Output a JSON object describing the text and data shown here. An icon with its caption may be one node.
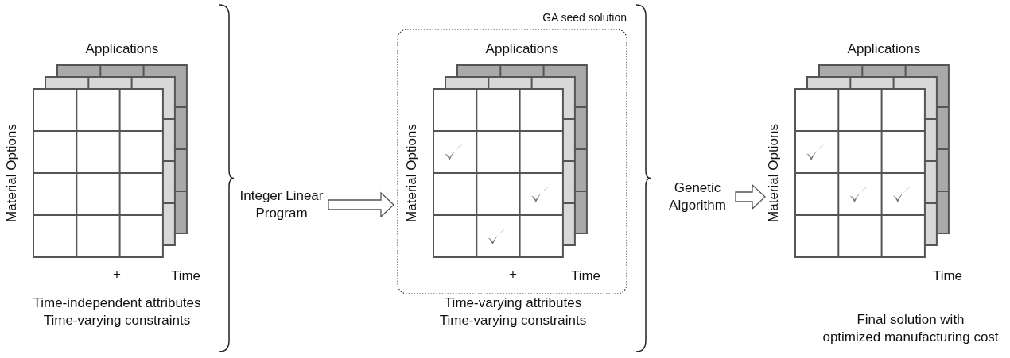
{
  "diagram": {
    "nodes": [
      {
        "text": [
          "Applications",
          "Material Options",
          "Time"
        ]
      },
      {
        "text": [
          "Integer Linear Program"
        ]
      },
      {
        "text": [
          "GA seed solution"
        ]
      },
      {
        "text": [
          "Applications",
          "Material Options",
          "Time"
        ],
        "in": 2
      },
      {
        "text": [
          "Genetic Algorithm"
        ]
      },
      {
        "text": [
          "Applications",
          "Material Options",
          "Time"
        ]
      }
    ],
    "edges": [
      {
        "from": 1,
        "to": 2,
        "arrow": "to"
      },
      {
        "from": 4,
        "to": 5,
        "arrow": "to"
      }
    ],
    "labels": [
      "+",
      "Time-independent attributes",
      "Time-varying constraints",
      "+",
      "Time-varying attributes",
      "Time-varying constraints",
      "Final solution with",
      "optimized manufacturing cost"
    ]
  }
}
